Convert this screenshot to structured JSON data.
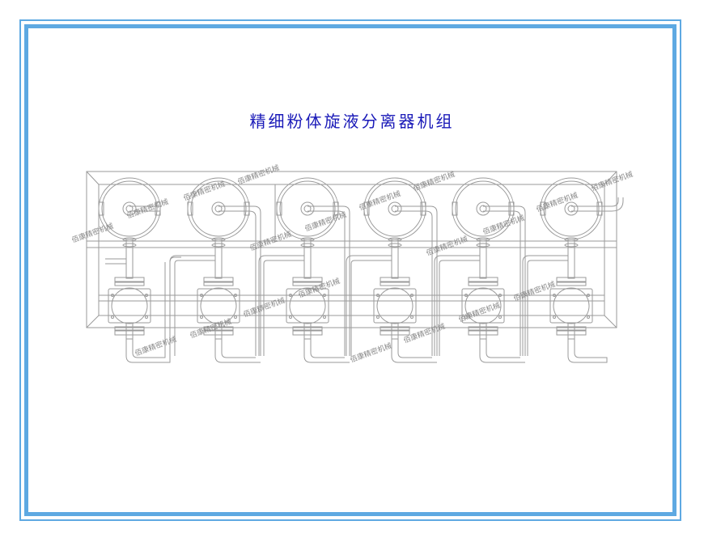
{
  "title": "精细粉体旋液分离器机组",
  "watermark": "佰康精密机械",
  "colors": {
    "frame": "#5ea9e2",
    "title": "#1a1ab8",
    "line": "#9a9a9a"
  },
  "diagram": {
    "type": "equipment-drawing",
    "unit_count": 6,
    "unit_centers_x": [
      160,
      270,
      380,
      488,
      597,
      706
    ],
    "components": [
      "top-tank",
      "flange-joint",
      "pump-body",
      "outlet-pipe",
      "frame-rail"
    ]
  }
}
